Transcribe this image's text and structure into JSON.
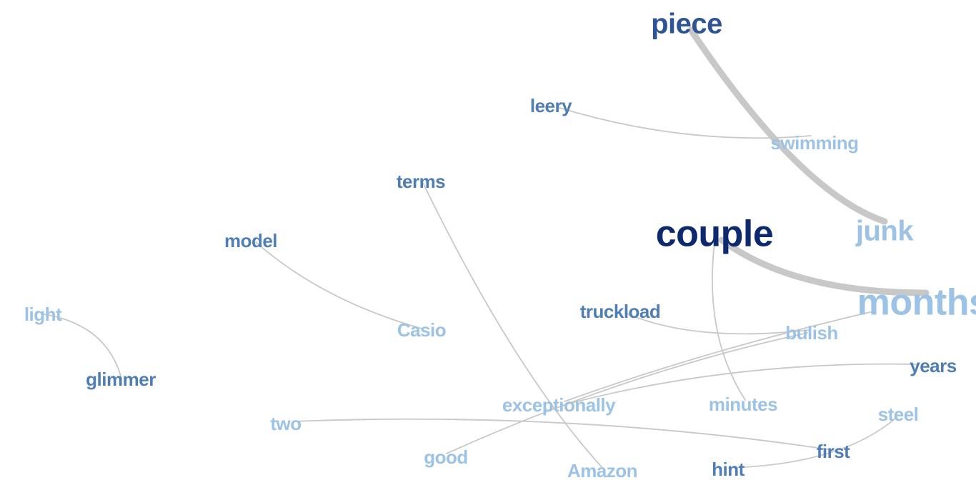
{
  "colors": {
    "background": "#ffffff",
    "edge": "#c8c8c8",
    "dark_navy": "#0e2a6e",
    "medium_blue": "#2d5496",
    "steel_blue": "#4f7db6",
    "light_blue": "#9cc3e6"
  },
  "nodes": [
    {
      "id": "piece",
      "label": "piece",
      "tone": "medium_blue"
    },
    {
      "id": "leery",
      "label": "leery",
      "tone": "steel_blue"
    },
    {
      "id": "swimming",
      "label": "swimming",
      "tone": "light_blue"
    },
    {
      "id": "terms",
      "label": "terms",
      "tone": "steel_blue"
    },
    {
      "id": "model",
      "label": "model",
      "tone": "steel_blue"
    },
    {
      "id": "couple",
      "label": "couple",
      "tone": "dark_navy"
    },
    {
      "id": "junk",
      "label": "junk",
      "tone": "light_blue"
    },
    {
      "id": "months",
      "label": "months",
      "tone": "light_blue"
    },
    {
      "id": "light",
      "label": "light",
      "tone": "light_blue"
    },
    {
      "id": "casio",
      "label": "Casio",
      "tone": "light_blue"
    },
    {
      "id": "truckload",
      "label": "truckload",
      "tone": "steel_blue"
    },
    {
      "id": "bulish",
      "label": "bulish",
      "tone": "light_blue"
    },
    {
      "id": "glimmer",
      "label": "glimmer",
      "tone": "steel_blue"
    },
    {
      "id": "years",
      "label": "years",
      "tone": "steel_blue"
    },
    {
      "id": "exceptionally",
      "label": "exceptionally",
      "tone": "light_blue"
    },
    {
      "id": "minutes",
      "label": "minutes",
      "tone": "light_blue"
    },
    {
      "id": "two",
      "label": "two",
      "tone": "light_blue"
    },
    {
      "id": "steel",
      "label": "steel",
      "tone": "light_blue"
    },
    {
      "id": "first",
      "label": "first",
      "tone": "steel_blue"
    },
    {
      "id": "good",
      "label": "good",
      "tone": "light_blue"
    },
    {
      "id": "amazon",
      "label": "Amazon",
      "tone": "light_blue"
    },
    {
      "id": "hint",
      "label": "hint",
      "tone": "steel_blue"
    }
  ],
  "edges": [
    {
      "source": "piece",
      "target": "junk",
      "weight": 5
    },
    {
      "source": "couple",
      "target": "months",
      "weight": 5
    },
    {
      "source": "leery",
      "target": "swimming",
      "weight": 1
    },
    {
      "source": "terms",
      "target": "amazon",
      "weight": 1
    },
    {
      "source": "model",
      "target": "casio",
      "weight": 1
    },
    {
      "source": "light",
      "target": "glimmer",
      "weight": 1
    },
    {
      "source": "truckload",
      "target": "bulish",
      "weight": 1
    },
    {
      "source": "couple",
      "target": "minutes",
      "weight": 1
    },
    {
      "source": "months",
      "target": "exceptionally",
      "weight": 1
    },
    {
      "source": "years",
      "target": "exceptionally",
      "weight": 1
    },
    {
      "source": "bulish",
      "target": "good",
      "weight": 1
    },
    {
      "source": "two",
      "target": "first",
      "weight": 1
    },
    {
      "source": "steel",
      "target": "hint",
      "weight": 1
    }
  ]
}
